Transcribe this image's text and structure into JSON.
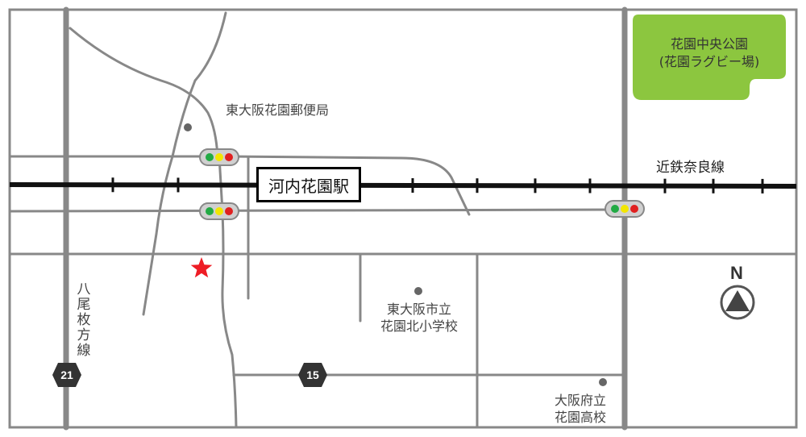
{
  "map": {
    "park_label": [
      "花園中央公園",
      "(花園ラグビー場)"
    ],
    "post_office": "東大阪花園郵便局",
    "station": "河内花園駅",
    "railway": "近鉄奈良線",
    "road_name": [
      "八",
      "尾",
      "枚",
      "方",
      "線"
    ],
    "elementary_school": [
      "東大阪市立",
      "花園北小学校"
    ],
    "high_school": [
      "大阪府立",
      "花園高校"
    ],
    "route_21": "21",
    "route_15": "15",
    "north": "N"
  },
  "colors": {
    "park": "#8cc63f",
    "road": "#888888",
    "rail": "#111111",
    "marker": "#ee1c25",
    "signal_green": "#22aa44",
    "signal_yellow": "#f2e600",
    "signal_red": "#e02020",
    "badge": "#333333"
  }
}
